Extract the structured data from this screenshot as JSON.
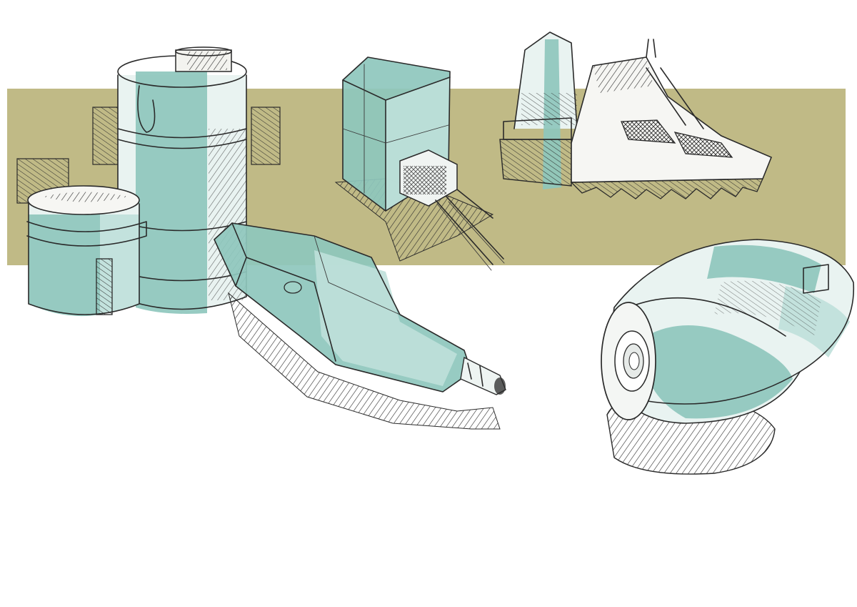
{
  "colors": {
    "background": "#ffffff",
    "band": "#c0ba86",
    "teal": "#8ec7bd",
    "teal_light": "#bfe0da",
    "ink": "#2a2a2a"
  },
  "sketches": [
    "canister-pair-sketch",
    "cube-plug-sketch",
    "sneaker-sketch",
    "tapered-handheld-device-sketch",
    "rounded-speaker-pod-sketch"
  ]
}
